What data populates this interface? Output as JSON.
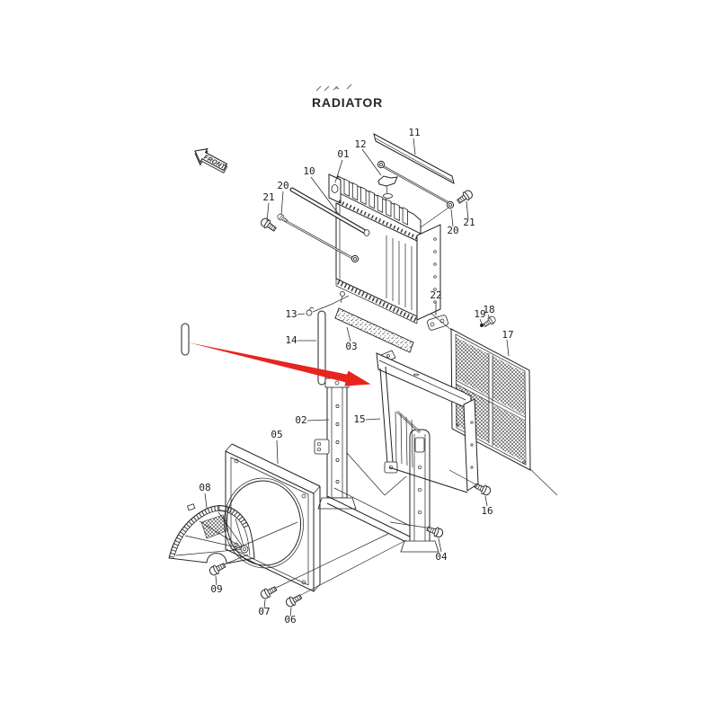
{
  "title": {
    "text": "RADIATOR"
  },
  "front_marker": {
    "text": "FRONT"
  },
  "pointer": {
    "shape": "red-arrow",
    "color": "#e8241e",
    "points_to_part": "15"
  },
  "colors": {
    "line": "#222222",
    "background": "#ffffff"
  },
  "callouts": [
    {
      "label": "01"
    },
    {
      "label": "12"
    },
    {
      "label": "11"
    },
    {
      "label": "10"
    },
    {
      "label": "20"
    },
    {
      "label": "21"
    },
    {
      "label": "21"
    },
    {
      "label": "20"
    },
    {
      "label": "13"
    },
    {
      "label": "14"
    },
    {
      "label": "03"
    },
    {
      "label": "22"
    },
    {
      "label": "19"
    },
    {
      "label": "18"
    },
    {
      "label": "17"
    },
    {
      "label": "02"
    },
    {
      "label": "15"
    },
    {
      "label": "05"
    },
    {
      "label": "08"
    },
    {
      "label": "09"
    },
    {
      "label": "07"
    },
    {
      "label": "06"
    },
    {
      "label": "04"
    },
    {
      "label": "16"
    }
  ]
}
